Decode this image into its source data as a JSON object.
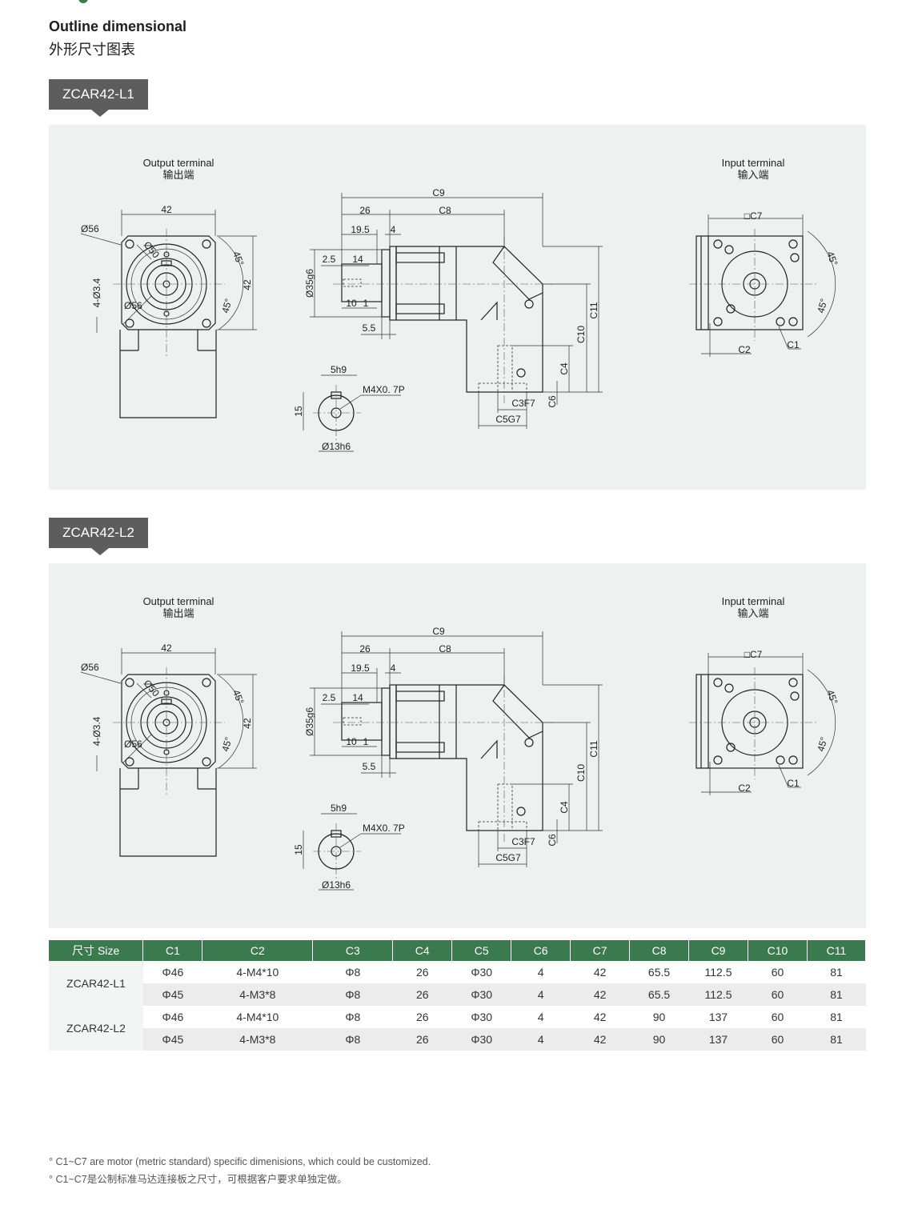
{
  "header": {
    "title_en": "Outline dimensional",
    "title_cn": "外形尺寸图表"
  },
  "panels": [
    {
      "model": "ZCAR42-L1",
      "output_label_en": "Output terminal",
      "output_label_cn": "输出端",
      "input_label_en": "Input terminal",
      "input_label_cn": "输入端",
      "front": {
        "width": "42",
        "height": "42",
        "d56_outer": "Ø56",
        "d50": "Ø50",
        "d56_inner": "Ø56",
        "holes": "4-Ø3.4",
        "angle_top": "45°",
        "angle_bottom": "45°"
      },
      "side": {
        "c9": "C9",
        "c8": "C8",
        "d26": "26",
        "d19_5": "19.5",
        "d4": "4",
        "d2_5": "2.5",
        "d14": "14",
        "d35": "Ø35g6",
        "d10": "10",
        "d1": "1",
        "d5_5": "5.5",
        "c11": "C11",
        "c10": "C10",
        "c4": "C4",
        "c6": "C6",
        "c3": "C3F7",
        "c5": "C5G7"
      },
      "key": {
        "width": "5h9",
        "height": "15",
        "thread": "M4X0. 7P",
        "dia": "Ø13h6"
      },
      "input": {
        "c7": "□C7",
        "c2": "C2",
        "c1": "C1",
        "angle_top": "45°",
        "angle_bottom": "45°"
      }
    },
    {
      "model": "ZCAR42-L2",
      "output_label_en": "Output terminal",
      "output_label_cn": "输出端",
      "input_label_en": "Input terminal",
      "input_label_cn": "输入端",
      "front": {
        "width": "42",
        "height": "42",
        "d56_outer": "Ø56",
        "d50": "Ø50",
        "d56_inner": "Ø56",
        "holes": "4-Ø3.4",
        "angle_top": "45°",
        "angle_bottom": "45°"
      },
      "side": {
        "c9": "C9",
        "c8": "C8",
        "d26": "26",
        "d19_5": "19.5",
        "d4": "4",
        "d2_5": "2.5",
        "d14": "14",
        "d35": "Ø35g6",
        "d10": "10",
        "d1": "1",
        "d5_5": "5.5",
        "c11": "C11",
        "c10": "C10",
        "c4": "C4",
        "c6": "C6",
        "c3": "C3F7",
        "c5": "C5G7"
      },
      "key": {
        "width": "5h9",
        "height": "15",
        "thread": "M4X0. 7P",
        "dia": "Ø13h6"
      },
      "input": {
        "c7": "□C7",
        "c2": "C2",
        "c1": "C1",
        "angle_top": "45°",
        "angle_bottom": "45°"
      }
    }
  ],
  "table": {
    "headers": [
      "尺寸 Size",
      "C1",
      "C2",
      "C3",
      "C4",
      "C5",
      "C6",
      "C7",
      "C8",
      "C9",
      "C10",
      "C11"
    ],
    "groups": [
      {
        "size": "ZCAR42-L1",
        "rows": [
          [
            "Φ46",
            "4-M4*10",
            "Φ8",
            "26",
            "Φ30",
            "4",
            "42",
            "65.5",
            "112.5",
            "60",
            "81"
          ],
          [
            "Φ45",
            "4-M3*8",
            "Φ8",
            "26",
            "Φ30",
            "4",
            "42",
            "65.5",
            "112.5",
            "60",
            "81"
          ]
        ]
      },
      {
        "size": "ZCAR42-L2",
        "rows": [
          [
            "Φ46",
            "4-M4*10",
            "Φ8",
            "26",
            "Φ30",
            "4",
            "42",
            "90",
            "137",
            "60",
            "81"
          ],
          [
            "Φ45",
            "4-M3*8",
            "Φ8",
            "26",
            "Φ30",
            "4",
            "42",
            "90",
            "137",
            "60",
            "81"
          ]
        ]
      }
    ]
  },
  "notes": [
    "° C1~C7 are motor (metric standard) specific dimenisions, which could be customized.",
    "° C1~C7是公制标准马达连接板之尺寸，可根据客户要求单独定做。"
  ],
  "colors": {
    "accent": "#3a7a4e",
    "tag": "#5d5d5d",
    "panel": "#eef1f0"
  }
}
